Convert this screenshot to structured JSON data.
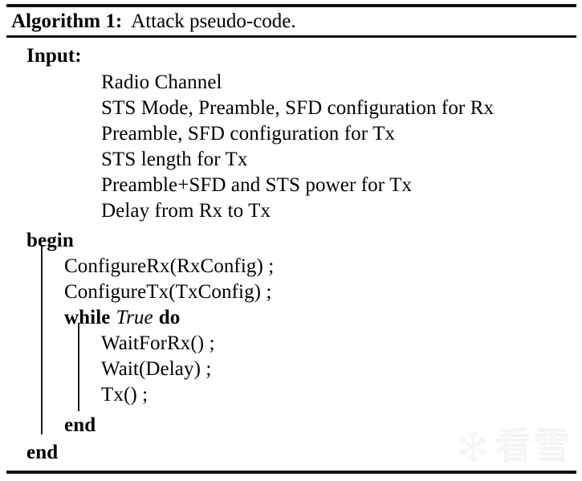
{
  "caption": {
    "label": "Algorithm 1:",
    "text": "Attack pseudo-code."
  },
  "input_section": {
    "heading": "Input:",
    "items": [
      "Radio Channel",
      "STS Mode, Preamble, SFD configuration for Rx",
      "Preamble, SFD configuration for Tx",
      "STS length for Tx",
      "Preamble+SFD and STS power for Tx",
      "Delay from Rx to Tx"
    ]
  },
  "body": {
    "begin_keyword": "begin",
    "statements": [
      "ConfigureRx(RxConfig) ;",
      "ConfigureTx(TxConfig) ;"
    ],
    "loop": {
      "while_keyword": "while",
      "condition": "True",
      "do_keyword": "do",
      "statements": [
        "WaitForRx() ;",
        "Wait(Delay) ;",
        "Tx() ;"
      ],
      "end_keyword": "end"
    },
    "end_keyword": "end"
  },
  "watermark": {
    "text": "看雪",
    "icon": "snowflake-icon",
    "color": "#f4f5f6"
  },
  "colors": {
    "text": "#000000",
    "rule": "#111111",
    "background": "#ffffff"
  }
}
